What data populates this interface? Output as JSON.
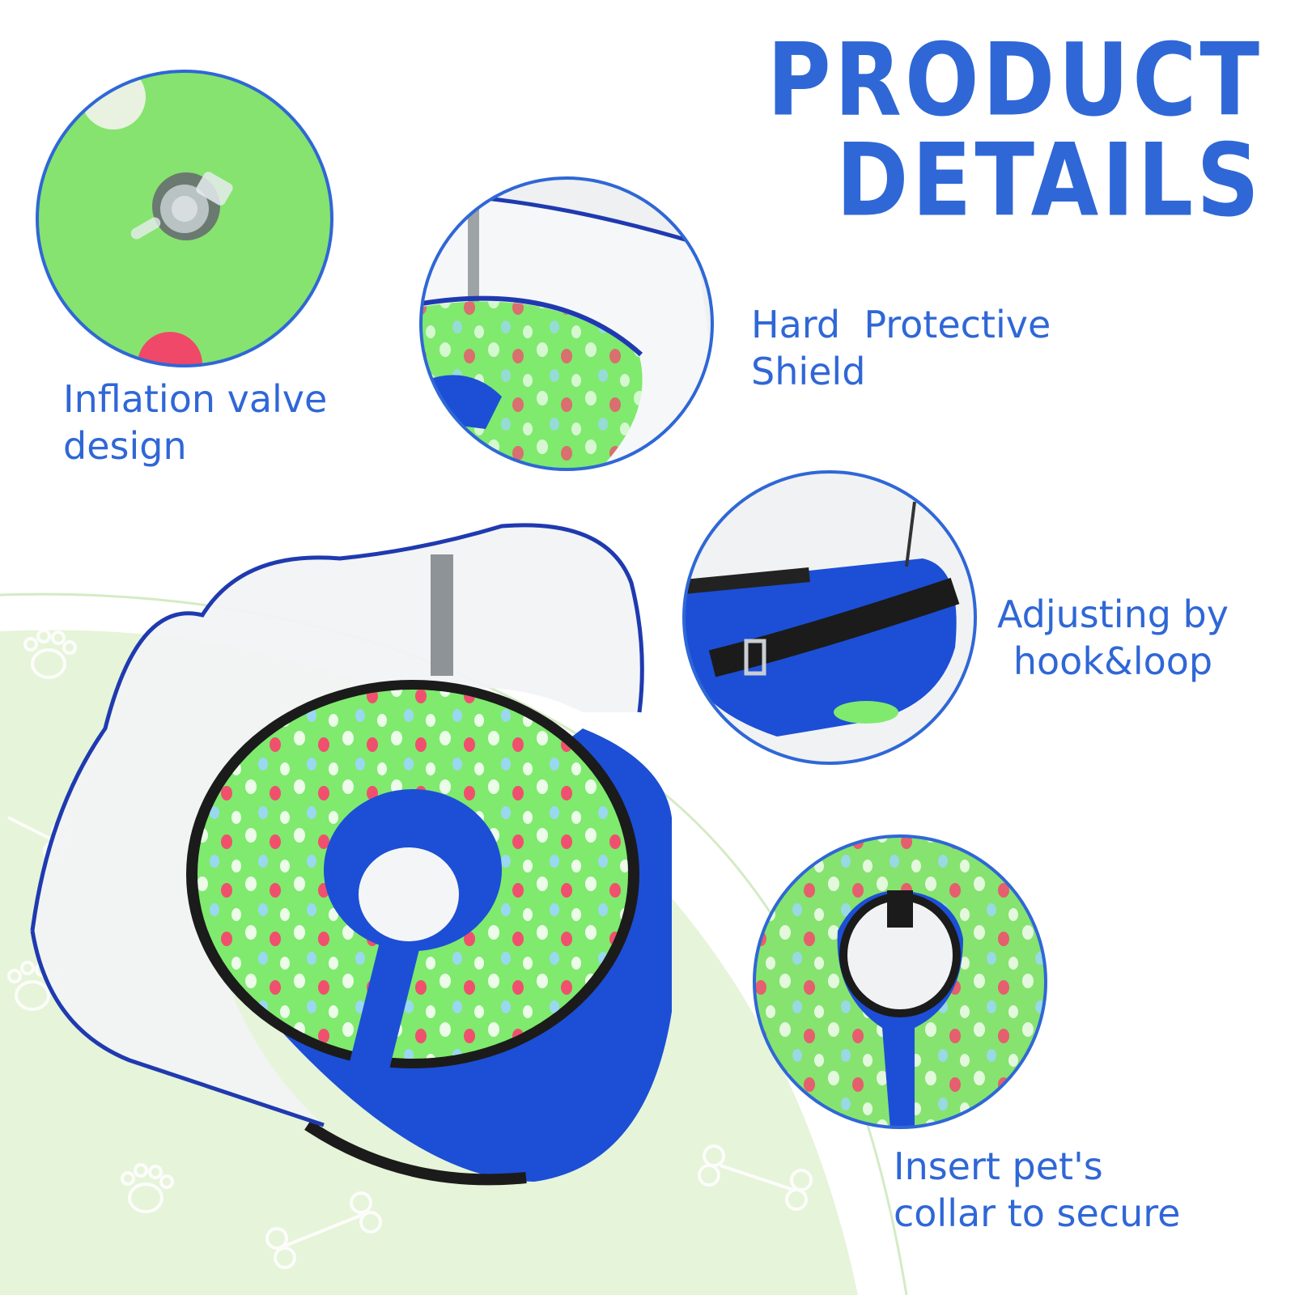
{
  "title": "PRODUCT DETAILS",
  "features": [
    {
      "id": "valve",
      "line1": "Inflation valve",
      "line2": "design"
    },
    {
      "id": "shield",
      "line1": "Hard  Protective",
      "line2": "Shield"
    },
    {
      "id": "adjust",
      "line1": "Adjusting by",
      "line2": "hook&loop"
    },
    {
      "id": "collar",
      "line1": "Insert pet's",
      "line2": "collar to secure"
    }
  ],
  "colors": {
    "accent_blue": "#2f67d6",
    "navy": "#1f3ab0",
    "cover_blue": "#1c4fd6",
    "green": "#7fea6e",
    "pale_green": "#e6f4d9",
    "shield_grey": "#eef0f2"
  },
  "icons": [
    "paw-print-icon",
    "bone-icon"
  ]
}
